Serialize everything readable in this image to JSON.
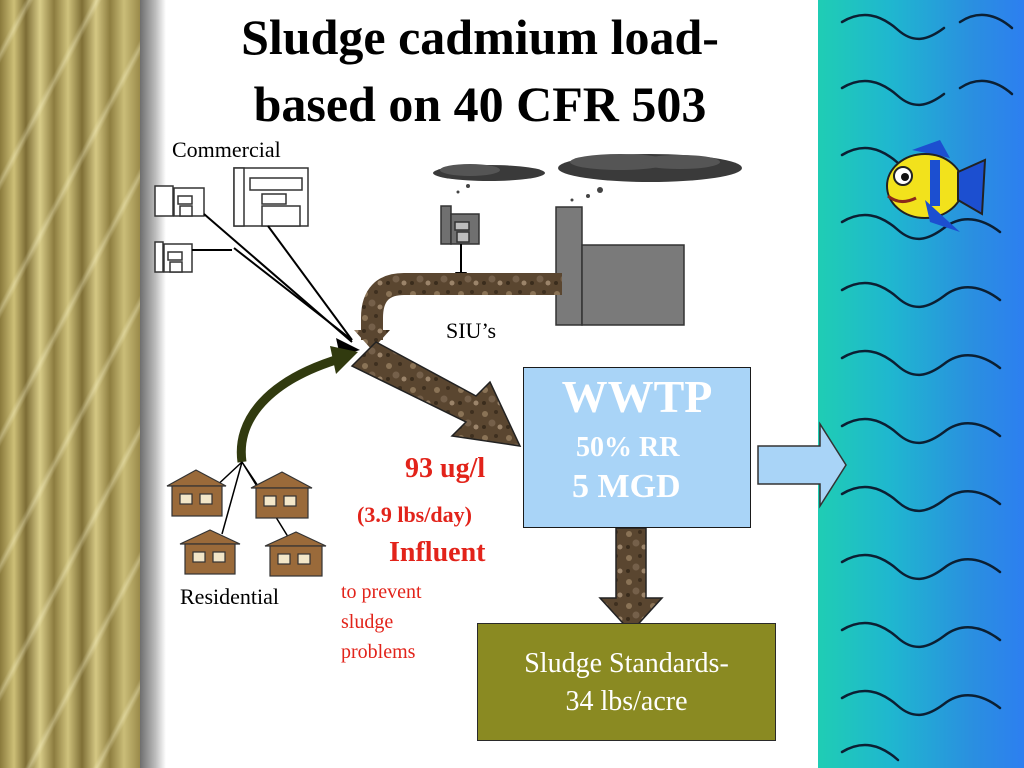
{
  "slide": {
    "title_line1": "Sludge cadmium load-",
    "title_line2": "based on 40 CFR 503"
  },
  "labels": {
    "commercial": "Commercial",
    "siu": "SIU’s",
    "residential": "Residential"
  },
  "influent": {
    "concentration": "93 ug/l",
    "load": "(3.9 lbs/day)",
    "label": "Influent",
    "note_line1": "to prevent",
    "note_line2": "sludge",
    "note_line3": "problems"
  },
  "wwtp": {
    "title": "WWTP",
    "removal_rate": "50% RR",
    "flow": "5 MGD"
  },
  "sludge_standards": {
    "line1": "Sludge Standards-",
    "line2": "34 lbs/acre"
  },
  "colors": {
    "red_text": "#e2231a",
    "wwtp_box": "#a9d4f7",
    "sludge_box": "#8a8a22",
    "pipe_brown": "#5a4630",
    "water": "#1fb7cf"
  },
  "icons": [
    "commercial-building-icon",
    "house-icon",
    "factory-icon",
    "cloud-icon",
    "fish-icon",
    "arrow-icon"
  ]
}
